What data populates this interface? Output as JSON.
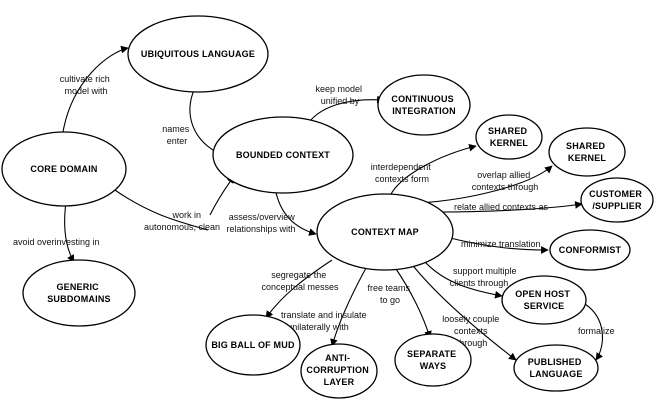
{
  "nodes": {
    "ubiquitous_language": [
      "UBIQUITOUS LANGUAGE"
    ],
    "continuous_integration": [
      "CONTINUOUS",
      "INTEGRATION"
    ],
    "shared_kernel_1": [
      "SHARED",
      "KERNEL"
    ],
    "shared_kernel_2": [
      "SHARED",
      "KERNEL"
    ],
    "core_domain": [
      "CORE DOMAIN"
    ],
    "bounded_context": [
      "BOUNDED CONTEXT"
    ],
    "customer_supplier": [
      "CUSTOMER",
      "/SUPPLIER"
    ],
    "context_map": [
      "CONTEXT MAP"
    ],
    "conformist": [
      "CONFORMIST"
    ],
    "generic_subdomains": [
      "GENERIC",
      "SUBDOMAINS"
    ],
    "open_host_service": [
      "OPEN HOST",
      "SERVICE"
    ],
    "big_ball_of_mud": [
      "BIG BALL OF MUD"
    ],
    "anticorruption_layer": [
      "ANTI-",
      "CORRUPTION",
      "LAYER"
    ],
    "separate_ways": [
      "SEPARATE",
      "WAYS"
    ],
    "published_language": [
      "PUBLISHED",
      "LANGUAGE"
    ]
  },
  "edges": {
    "cultivate": [
      "cultivate rich",
      "model with"
    ],
    "names_enter": [
      "names",
      "enter"
    ],
    "keep_unified": [
      "keep model",
      "unified by"
    ],
    "interdependent": [
      "interdependent",
      "contexts form"
    ],
    "overlap": [
      "overlap allied",
      "contexts through"
    ],
    "relate": [
      "relate allied contexts as"
    ],
    "work_in": [
      "work in",
      "autonomous, clean"
    ],
    "assess": [
      "assess/overview",
      "relationships with"
    ],
    "minimize": [
      "minimize translation"
    ],
    "avoid": [
      "avoid overinvesting in"
    ],
    "support": [
      "support multiple",
      "clients through"
    ],
    "segregate": [
      "segregate the",
      "conceptual messes"
    ],
    "free_teams": [
      "free teams",
      "to go"
    ],
    "loosely": [
      "loosely couple",
      "contexts",
      "through"
    ],
    "translate": [
      "translate and insulate",
      "unilaterally with"
    ],
    "formalize": [
      "formalize"
    ]
  }
}
